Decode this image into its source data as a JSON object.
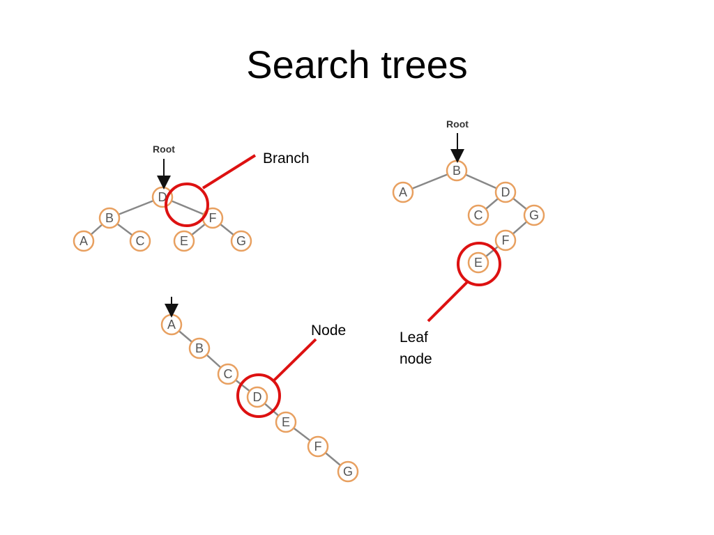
{
  "slide": {
    "title": "Search trees"
  },
  "colors": {
    "node_stroke": "#e8a060",
    "edge": "#888888",
    "highlight": "#dd1111",
    "text": "#555555"
  },
  "tree_balanced": {
    "root_label": "Root",
    "nodes": [
      {
        "id": "A",
        "label": "A"
      },
      {
        "id": "B",
        "label": "B"
      },
      {
        "id": "C",
        "label": "C"
      },
      {
        "id": "D",
        "label": "D"
      },
      {
        "id": "E",
        "label": "E"
      },
      {
        "id": "F",
        "label": "F"
      },
      {
        "id": "G",
        "label": "G"
      }
    ],
    "edges": [
      [
        "D",
        "B"
      ],
      [
        "D",
        "F"
      ],
      [
        "B",
        "A"
      ],
      [
        "B",
        "C"
      ],
      [
        "F",
        "E"
      ],
      [
        "F",
        "G"
      ]
    ]
  },
  "tree_right": {
    "root_label": "Root",
    "nodes": [
      {
        "id": "A",
        "label": "A"
      },
      {
        "id": "B",
        "label": "B"
      },
      {
        "id": "C",
        "label": "C"
      },
      {
        "id": "D",
        "label": "D"
      },
      {
        "id": "E",
        "label": "E"
      },
      {
        "id": "F",
        "label": "F"
      },
      {
        "id": "G",
        "label": "G"
      }
    ],
    "edges": [
      [
        "B",
        "A"
      ],
      [
        "B",
        "D"
      ],
      [
        "D",
        "C"
      ],
      [
        "D",
        "G"
      ],
      [
        "G",
        "F"
      ],
      [
        "F",
        "E"
      ]
    ]
  },
  "tree_chain": {
    "nodes": [
      {
        "id": "A",
        "label": "A"
      },
      {
        "id": "B",
        "label": "B"
      },
      {
        "id": "C",
        "label": "C"
      },
      {
        "id": "D",
        "label": "D"
      },
      {
        "id": "E",
        "label": "E"
      },
      {
        "id": "F",
        "label": "F"
      },
      {
        "id": "G",
        "label": "G"
      }
    ],
    "edges": [
      [
        "A",
        "B"
      ],
      [
        "B",
        "C"
      ],
      [
        "C",
        "D"
      ],
      [
        "D",
        "E"
      ],
      [
        "E",
        "F"
      ],
      [
        "F",
        "G"
      ]
    ]
  },
  "annotations": {
    "branch": "Branch",
    "node": "Node",
    "leaf_line1": "Leaf",
    "leaf_line2": "node"
  }
}
